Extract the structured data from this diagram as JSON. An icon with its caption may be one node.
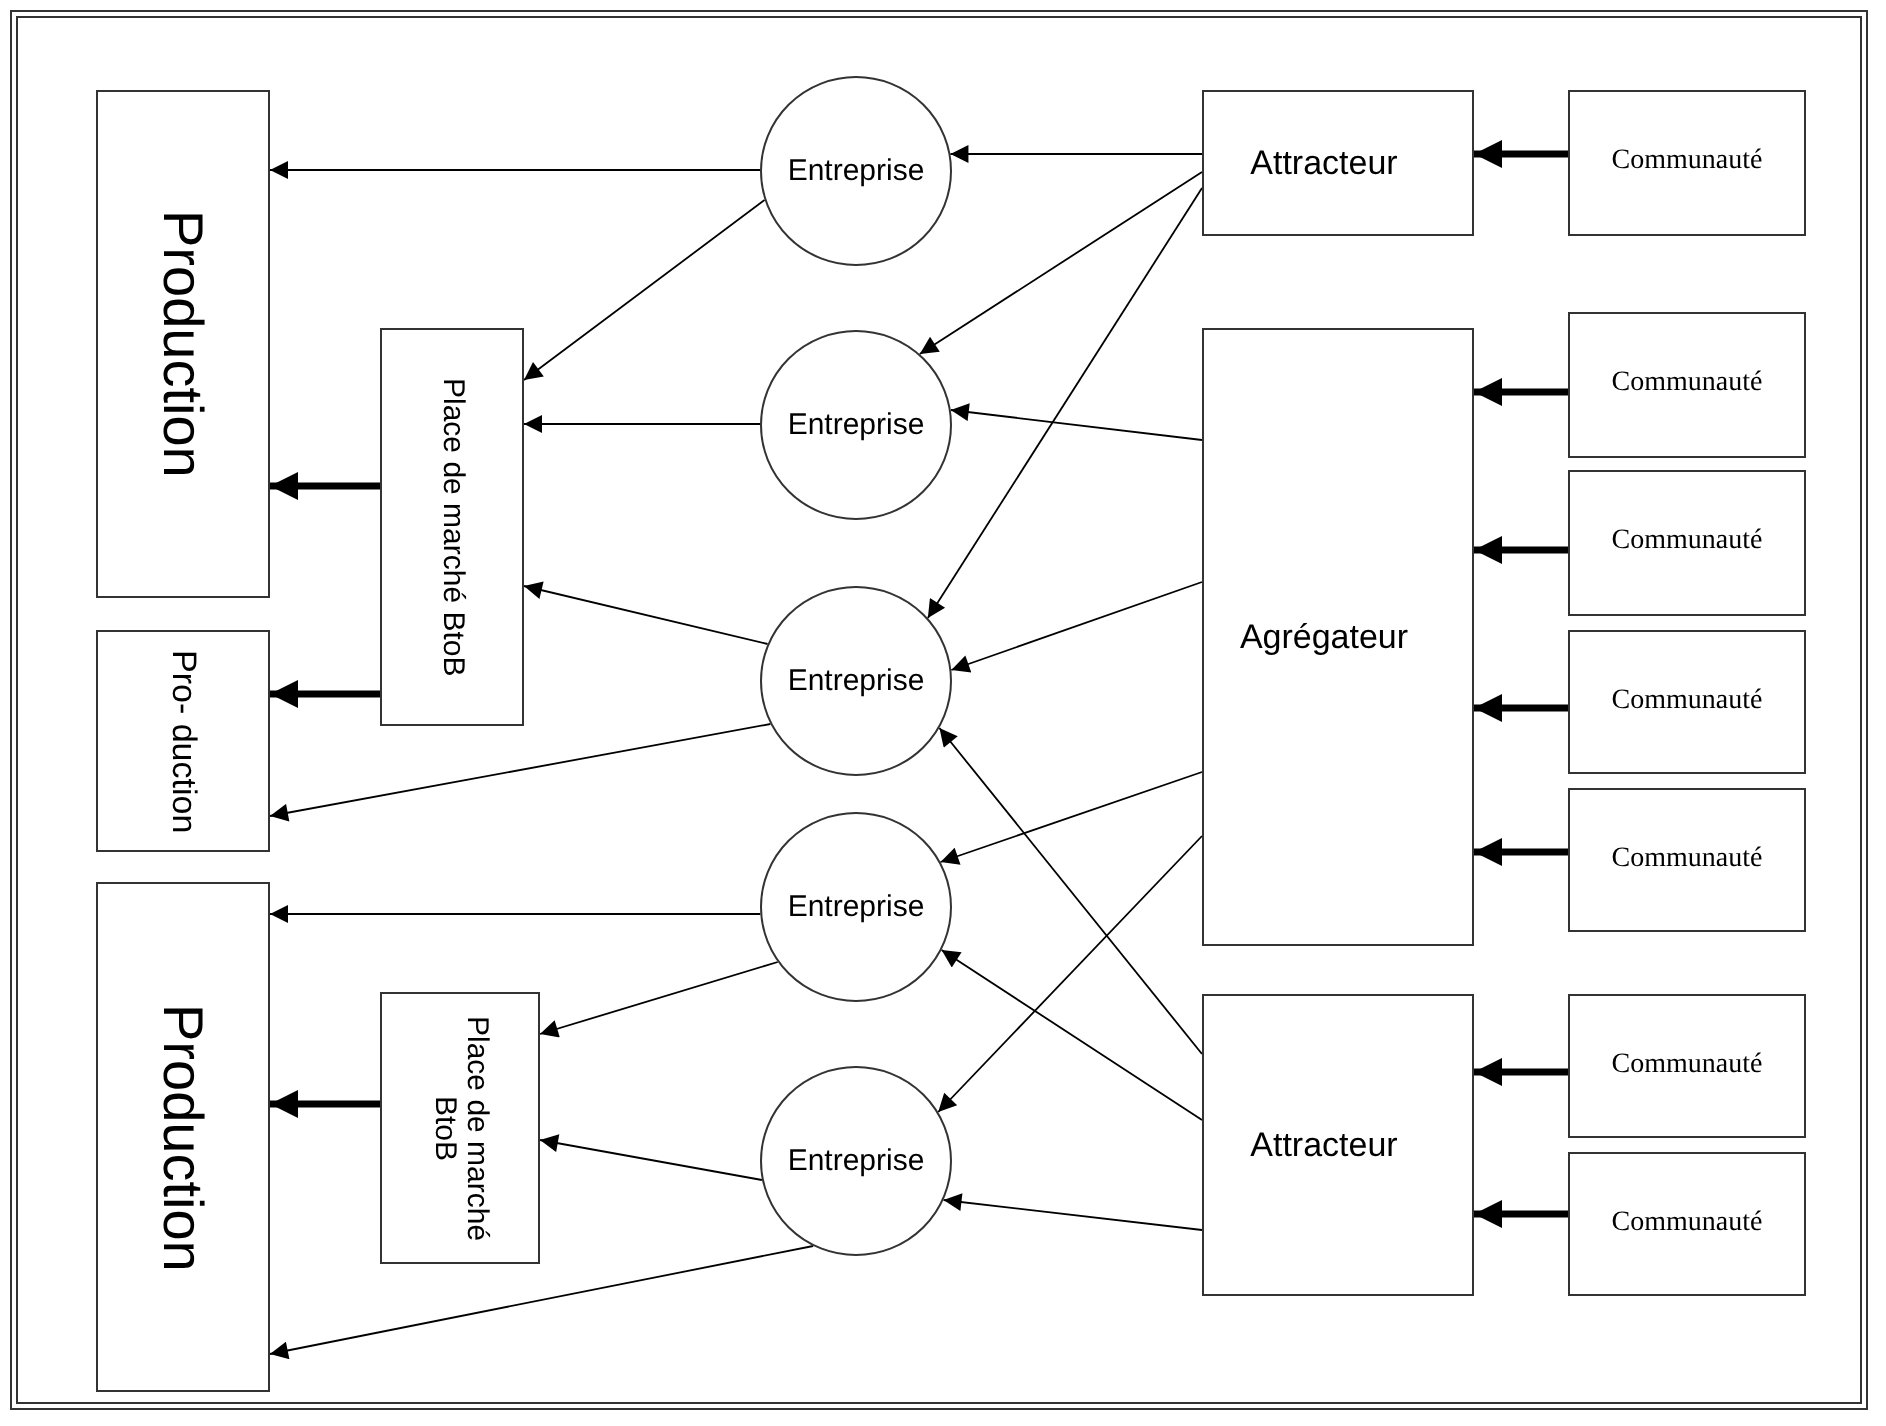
{
  "diagram": {
    "nodes": [
      {
        "text": [
          "Production"
        ]
      },
      {
        "text": [
          "Pro- duction"
        ]
      },
      {
        "text": [
          "Production"
        ]
      },
      {
        "text": [
          "Place de marché BtoB"
        ]
      },
      {
        "text": [
          "Place de marché BtoB"
        ]
      },
      {
        "text": [
          "Entreprise"
        ]
      },
      {
        "text": [
          "Entreprise"
        ]
      },
      {
        "text": [
          "Entreprise"
        ]
      },
      {
        "text": [
          "Entreprise"
        ]
      },
      {
        "text": [
          "Entreprise"
        ]
      },
      {
        "text": [
          "Attracteur"
        ]
      },
      {
        "text": [
          "Agrégateur"
        ]
      },
      {
        "text": [
          "Attracteur"
        ]
      },
      {
        "text": [
          "Communauté"
        ]
      },
      {
        "text": [
          "Communauté"
        ]
      },
      {
        "text": [
          "Communauté"
        ]
      },
      {
        "text": [
          "Communauté"
        ]
      },
      {
        "text": [
          "Communauté"
        ]
      },
      {
        "text": [
          "Communauté"
        ]
      },
      {
        "text": [
          "Communauté"
        ]
      }
    ],
    "edges": [
      {
        "from": 5,
        "to": 0,
        "arrow": "to"
      },
      {
        "from": 5,
        "to": 3,
        "arrow": "to"
      },
      {
        "from": 6,
        "to": 3,
        "arrow": "to"
      },
      {
        "from": 7,
        "to": 3,
        "arrow": "to"
      },
      {
        "from": 7,
        "to": 1,
        "arrow": "to"
      },
      {
        "from": 3,
        "to": 0,
        "arrow": "to",
        "style": "thick"
      },
      {
        "from": 3,
        "to": 1,
        "arrow": "to",
        "style": "thick"
      },
      {
        "from": 8,
        "to": 2,
        "arrow": "to"
      },
      {
        "from": 8,
        "to": 4,
        "arrow": "to"
      },
      {
        "from": 9,
        "to": 4,
        "arrow": "to"
      },
      {
        "from": 9,
        "to": 2,
        "arrow": "to"
      },
      {
        "from": 4,
        "to": 2,
        "arrow": "to",
        "style": "thick"
      },
      {
        "from": 10,
        "to": 5,
        "arrow": "to"
      },
      {
        "from": 10,
        "to": 6,
        "arrow": "to"
      },
      {
        "from": 10,
        "to": 7,
        "arrow": "to"
      },
      {
        "from": 11,
        "to": 6,
        "arrow": "to"
      },
      {
        "from": 11,
        "to": 7,
        "arrow": "to"
      },
      {
        "from": 11,
        "to": 8,
        "arrow": "to"
      },
      {
        "from": 11,
        "to": 9,
        "arrow": "to"
      },
      {
        "from": 12,
        "to": 7,
        "arrow": "to"
      },
      {
        "from": 12,
        "to": 8,
        "arrow": "to"
      },
      {
        "from": 12,
        "to": 9,
        "arrow": "to"
      },
      {
        "from": 13,
        "to": 10,
        "arrow": "to",
        "style": "thick"
      },
      {
        "from": 14,
        "to": 11,
        "arrow": "to",
        "style": "thick"
      },
      {
        "from": 15,
        "to": 11,
        "arrow": "to",
        "style": "thick"
      },
      {
        "from": 16,
        "to": 11,
        "arrow": "to",
        "style": "thick"
      },
      {
        "from": 17,
        "to": 11,
        "arrow": "to",
        "style": "thick"
      },
      {
        "from": 18,
        "to": 12,
        "arrow": "to",
        "style": "thick"
      },
      {
        "from": 19,
        "to": 12,
        "arrow": "to",
        "style": "thick"
      }
    ]
  }
}
